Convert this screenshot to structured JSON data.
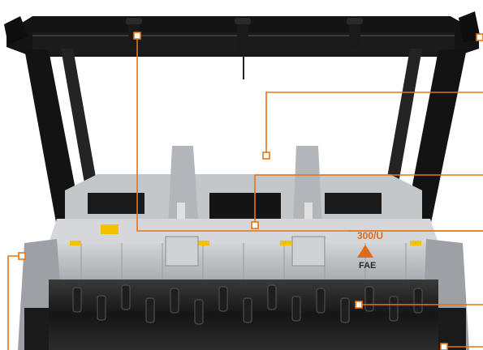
{
  "product": {
    "model_label": "300/U",
    "brand_label": "FAE"
  },
  "colors": {
    "callout": "#e87511",
    "frame": "#121212",
    "body": "#b9bcc0",
    "body_shadow": "#8a8e93",
    "rotor": "#222222",
    "decal": "#f2c200",
    "brand": "#e06a18",
    "background": "#ffffff"
  },
  "callouts": [
    {
      "name": "top-link-pin-callout",
      "icon": "square-marker-icon"
    },
    {
      "name": "frame-corner-callout",
      "icon": "square-marker-icon"
    },
    {
      "name": "a-frame-callout",
      "icon": "square-marker-icon"
    },
    {
      "name": "center-hood-callout",
      "icon": "square-marker-icon"
    },
    {
      "name": "hood-cover-callout",
      "icon": "square-marker-icon"
    },
    {
      "name": "side-skid-callout",
      "icon": "square-marker-icon"
    },
    {
      "name": "rotor-tooth-callout",
      "icon": "square-marker-icon"
    },
    {
      "name": "skid-bottom-callout",
      "icon": "square-marker-icon"
    }
  ]
}
